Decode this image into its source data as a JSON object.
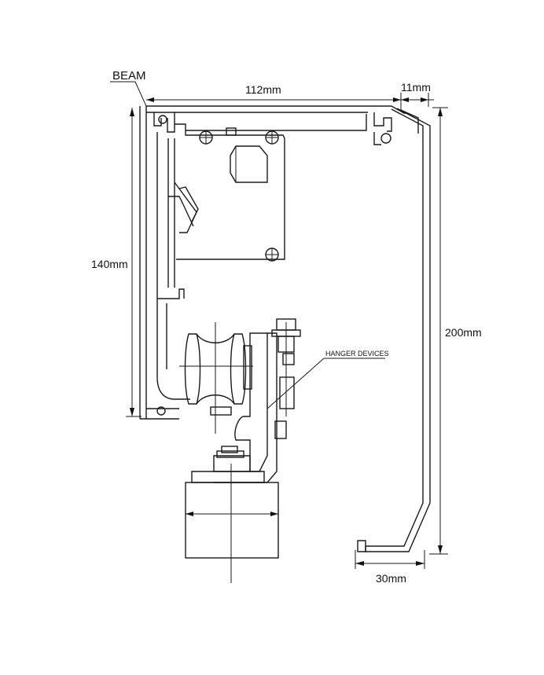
{
  "labels": {
    "beam": "BEAM",
    "width_top": "112mm",
    "lip": "11mm",
    "height_inner": "140mm",
    "height_total": "200mm",
    "bottom_lip": "30mm",
    "hanger": "HANGER DEVICES"
  }
}
